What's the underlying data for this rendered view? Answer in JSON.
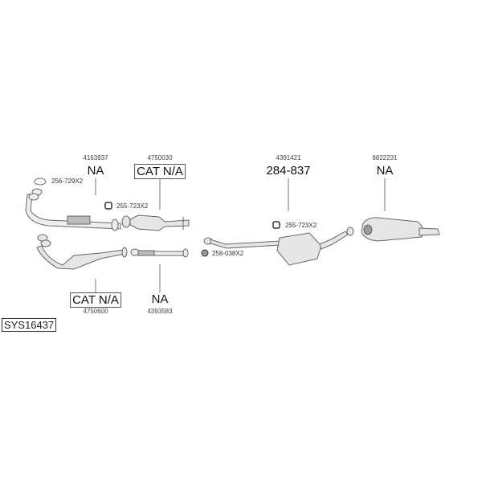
{
  "system_code": "SYS16437",
  "parts": [
    {
      "oem": "4163937",
      "ref": "NA",
      "boxed": false
    },
    {
      "oem": "4750030",
      "ref": "CAT N/A",
      "boxed": true
    },
    {
      "oem": "4391421",
      "ref": "284-837",
      "boxed": false
    },
    {
      "oem": "8822231",
      "ref": "NA",
      "boxed": false
    },
    {
      "oem": "4750600",
      "ref": "CAT N/A",
      "boxed": true
    },
    {
      "oem": "4393583",
      "ref": "NA",
      "boxed": false
    }
  ],
  "accessories": [
    {
      "label": "256-729X2",
      "icon": "gasket-icon"
    },
    {
      "label": "255-723X2",
      "icon": "clamp-icon"
    },
    {
      "label": "255-723X2",
      "icon": "clamp-icon"
    },
    {
      "label": "258-038X2",
      "icon": "nut-icon"
    }
  ]
}
